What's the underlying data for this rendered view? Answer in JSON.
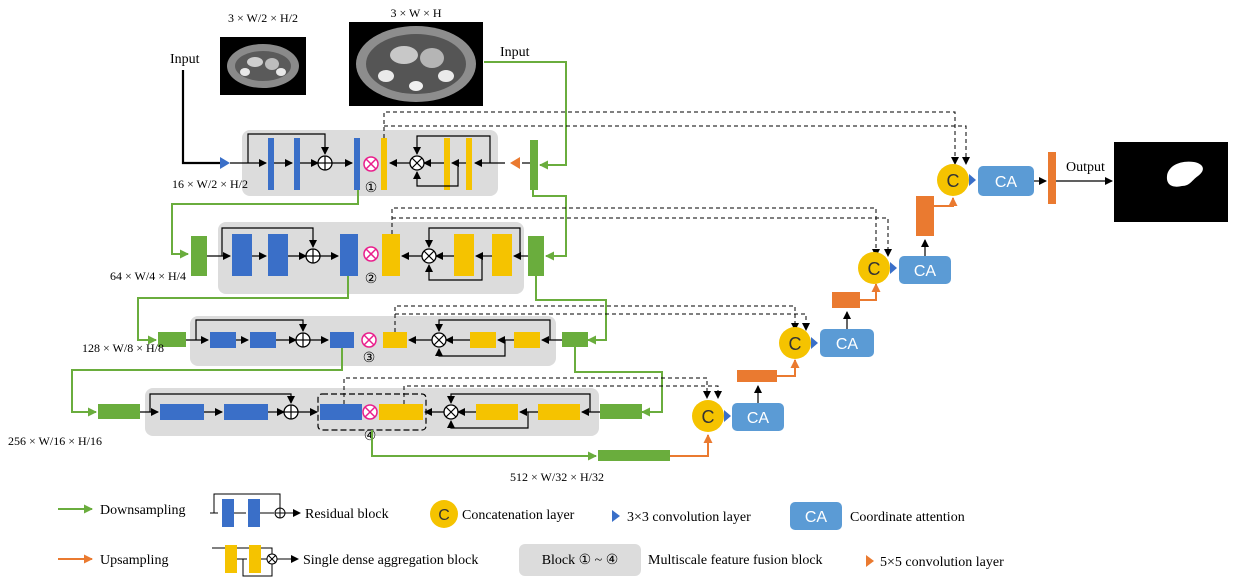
{
  "inputs": {
    "input_small_label": "Input",
    "input_large_label": "Input",
    "dim_small": "3 × W/2 × H/2",
    "dim_large": "3 × W × H"
  },
  "levels": [
    {
      "dim": "16 × W/2 × H/2",
      "marker": "①"
    },
    {
      "dim": "64 × W/4 × H/4",
      "marker": "②"
    },
    {
      "dim": "128 × W/8 × H/8",
      "marker": "③"
    },
    {
      "dim": "256 × W/16 × H/16",
      "marker": "④"
    }
  ],
  "bottleneck_dim": "512 × W/32 × H/32",
  "concat_symbol": "C",
  "ca_label": "CA",
  "output_label": "Output",
  "legend": {
    "downsampling": "Downsampling",
    "upsampling": "Upsampling",
    "residual_block": "Residual block",
    "single_dense": "Single dense aggregation block",
    "concat_symbol": "C",
    "concatenation": "Concatenation layer",
    "block_range": "Block ① ~ ④",
    "conv3": "3×3 convolution layer",
    "ca_label": "CA",
    "coordinate_attention": "Coordinate attention",
    "multiscale": "Multiscale feature fusion block",
    "conv5": "5×5 convolution layer"
  },
  "colors": {
    "blue": "#3a6fc8",
    "yellow": "#f5c300",
    "green": "#6aad3d",
    "orange": "#ea7a30",
    "ca": "#5b9bd5",
    "mul": "#e91e8c"
  }
}
